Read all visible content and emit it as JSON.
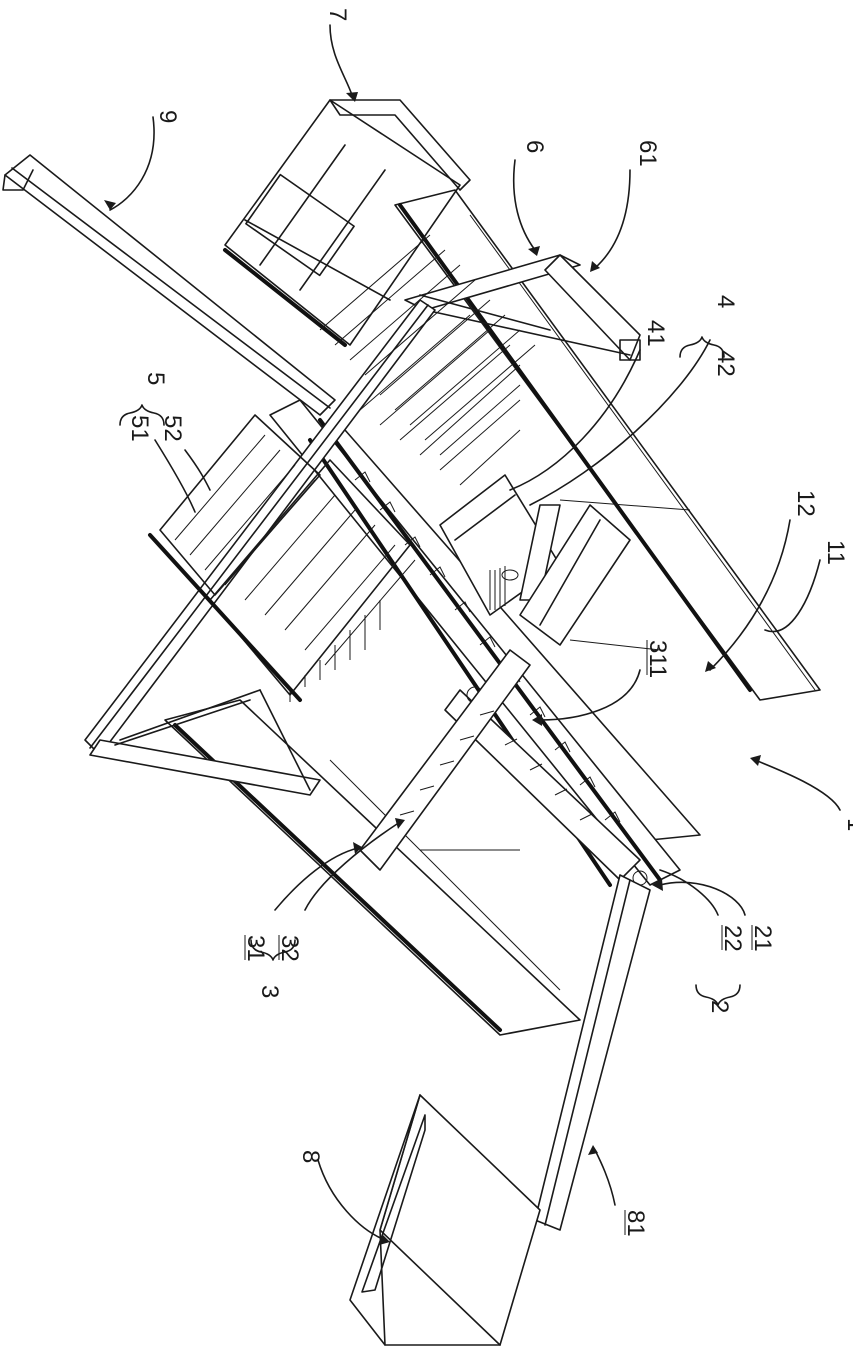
{
  "labels": {
    "l1": "1",
    "l11": "11",
    "l12": "12",
    "l2": "2",
    "l21": "21",
    "l22": "22",
    "l3": "3",
    "l31": "31",
    "l32": "32",
    "l311": "311",
    "l4": "4",
    "l41": "41",
    "l42": "42",
    "l5": "5",
    "l51": "51",
    "l52": "52",
    "l6": "6",
    "l61": "61",
    "l7": "7",
    "l8": "8",
    "l81": "81",
    "l9": "9"
  },
  "colors": {
    "line": "#1a1a1a",
    "background": "#ffffff"
  }
}
